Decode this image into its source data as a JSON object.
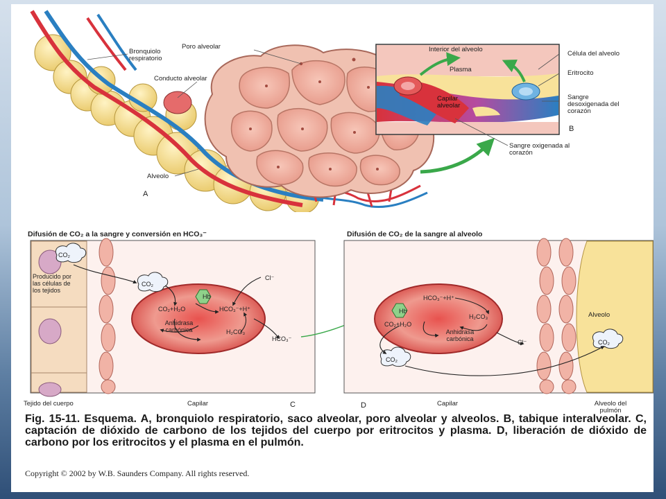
{
  "panel_a": {
    "labels": {
      "bronquiolo": "Bronquiolo respiratorio",
      "poro": "Poro alveolar",
      "conducto": "Conducto alveolar",
      "alveolo": "Alveolo",
      "letter": "A"
    }
  },
  "panel_b": {
    "labels": {
      "interior": "Interior del alveolo",
      "plasma": "Plasma",
      "capilar": "Capilar alveolar",
      "celula": "Célula del alveolo",
      "eritrocito": "Eritrocito",
      "sangre_desox": "Sangre desoxigenada del corazón",
      "sangre_ox": "Sangre oxigenada al corazón",
      "letter": "B"
    }
  },
  "panel_c": {
    "title": "Difusión de CO₂ a la sangre y conversión en HCO₃⁻",
    "labels": {
      "co2": "CO₂",
      "producido": "Producido por las células de los tejidos",
      "co2_plasma": "CO₂",
      "hb": "Hb",
      "cl": "Cl⁻",
      "reac1": "CO₂+H₂O",
      "reac2": "HCO₃⁻+H⁺",
      "anhidrasa": "Anhidrasa carbónica",
      "h2co3": "H₂CO₃",
      "hco3": "HCO₃⁻",
      "tejido": "Tejido del cuerpo",
      "capilar": "Capilar",
      "letter": "C"
    }
  },
  "panel_d": {
    "title": "Difusión de CO₂ de la sangre al alveolo",
    "labels": {
      "hb": "Hb",
      "reac1": "HCO₃⁻+H⁺",
      "h2co3": "H₂CO₃",
      "reac2": "CO₂+H₂O",
      "anhidrasa": "Anhidrasa carbónica",
      "cl": "Cl⁻",
      "co2": "CO₂",
      "alveolo": "Alveolo",
      "co2_alv": "CO₂",
      "letter": "D",
      "capilar": "Capilar",
      "alveolo_pulmon": "Alveolo del pulmón"
    }
  },
  "caption": "Fig. 15-11. Esquema. A, bronquiolo respiratorio, saco alveolar, poro alveolar y alveolos. B, tabique interalveolar. C, captación de dióxido de carbono de los tejidos del cuerpo por eritrocitos y plasma. D, liberación de dióxido de carbono por los eritrocitos y el plasma en el pulmón.",
  "copyright": "Copyright © 2002 by W.B. Saunders Company. All rights reserved.",
  "colors": {
    "artery": "#d8323c",
    "vein": "#2a7fc1",
    "alveolus": "#f2b4a6",
    "lobule": "#f6dc8c",
    "arrow_green": "#3aa84a",
    "rbc": "#d85a5a"
  }
}
